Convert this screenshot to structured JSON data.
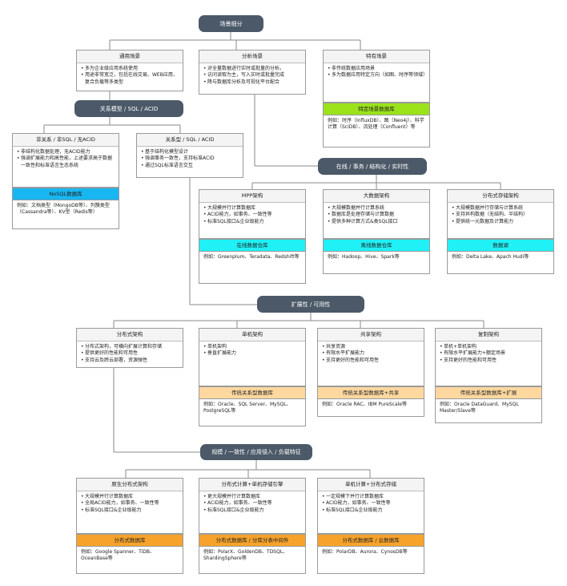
{
  "root": "场景细分",
  "colors": {
    "pill": "#4b5968",
    "lime": "#9be21b",
    "blue": "#18b7f2",
    "cyan": "#1ff1f6",
    "peach": "#ffd8a0",
    "orange": "#f7a32b"
  },
  "scenes": {
    "general": {
      "title": "通用场景",
      "items": [
        "多为企业级应用系统使用",
        "用途非常宽泛，包括在线交易、WEB应用、复合负载等多类型"
      ]
    },
    "analytics": {
      "title": "分析场景",
      "items": [
        "对全量数据进行实时或批量的分析。",
        "访问读取为主，写入实时或批量完成",
        "降与数据库分析及可视化平台配合"
      ]
    },
    "special": {
      "title": "特有场景",
      "items": [
        "非传统数据应用场景",
        "多为数据应用特定方向（如图、时序等领域）"
      ],
      "band": "特定场景数据库",
      "example": "例如：时序（InfluxDB）、图（Neo4j）、科学计算（SciDB）、流处理（Confluent）等"
    }
  },
  "model_pill": "关系模型 / SQL / ACID",
  "nonrel": {
    "title": "非关系 / 非SQL / 无ACID",
    "items": [
      "非结构化数据处理，无ACID能力",
      "强调扩展能力和高性能，上述要求高于数据一致性和标准语言生态系统"
    ],
    "band": "NoSQL数据库",
    "example": "例如：文档类型（MongoDB等）、列簇类型（Cassandra等）、KV型（Redis等）"
  },
  "rel": {
    "title": "关系型 / SQL / ACID",
    "items": [
      "基于结构化模型设计",
      "强调事务一致性，支持标准ACID",
      "通过SQL标准语言交互"
    ]
  },
  "online_pill": "在线 / 事务 / 结构化 / 实时性",
  "analytic_arch": [
    {
      "title": "MPP架构",
      "items": [
        "大规模并行计算数据库",
        "ACID能力，如事务、一致性等",
        "标准SQL接口&企业级能力"
      ],
      "band": "在线数据仓库",
      "example": "例如：Greenplum、Teradata、Redshift等"
    },
    {
      "title": "大数据架构",
      "items": [
        "大规模数据并行计算系统",
        "数据库是处理存储与计算数据",
        "提供多种计算方式&类SQL接口"
      ],
      "band": "离线数据仓库",
      "example": "例如：Hadoop、Hive、Spark等"
    },
    {
      "title": "分布式存储架构",
      "items": [
        "大规模数据并行存储与计算系统",
        "支持异构数据（无结构、半结构）",
        "提供统一元数据及计算能力"
      ],
      "band": "数据湖",
      "example": "例如：Delta Lake、Apach Hudi等"
    }
  ],
  "scale_pill": "扩展性 / 可用性",
  "scale_arch": [
    {
      "title": "分布式架构",
      "items": [
        "分布式架构，可横向扩展计算和存储",
        "提供更好的性能和可用性",
        "支持云及跨云部署，资源弹性"
      ]
    },
    {
      "title": "单机架构",
      "items": [
        "单机架构",
        "垂直扩展能力"
      ],
      "band": "传统关系型数据库",
      "example": "例如：Oracle、SQL Server、MySQL、PostgreSQL等"
    },
    {
      "title": "共享架构",
      "items": [
        "共享资源",
        "有限水平扩展能力",
        "支持更好的性能和可用性"
      ],
      "band": "传统关系型数据库+共享",
      "example": "例如：Oracle RAC、IBM PureScale等"
    },
    {
      "title": "复制架构",
      "items": [
        "单机+单机架构",
        "有限水平扩展能力+额定场景",
        "支持更好的性能和可用性"
      ],
      "band": "传统关系型数据库+扩展",
      "example": "例如：Oracle DataGuard、MySQL Master/Slave等"
    }
  ],
  "dist_pill": "规模 / 一致性 / 应用侵入 / 负载特征",
  "dist_arch": [
    {
      "title": "原生分布式架构",
      "items": [
        "大规模并行计算数据库",
        "全局ACID能力，如事务、一致性等",
        "标准SQL接口&企业级能力"
      ],
      "band": "分布式数据库",
      "example": "例如：Google Spanner、TiDB、OceanBase等"
    },
    {
      "title": "分布式计算+单机存储引擎",
      "items": [
        "更大规模并行计算数据库",
        "ACID能力，如事务、一致性等",
        "标准SQL接口&企业级能力"
      ],
      "band": "分布式数据库 / 分库分表中间件",
      "example": "例如：PolarX、GoldenDB、TDSQL、ShardingSphere等"
    },
    {
      "title": "单机计算+分布式存储",
      "items": [
        "一定规模下并行计算数据库",
        "ACID能力，如事务、一致性等",
        "标准SQL接口&企业级能力"
      ],
      "band": "分布式数据库 / 云数据库",
      "example": "例如：PolarDB、Aurora、CynosDB等"
    }
  ]
}
